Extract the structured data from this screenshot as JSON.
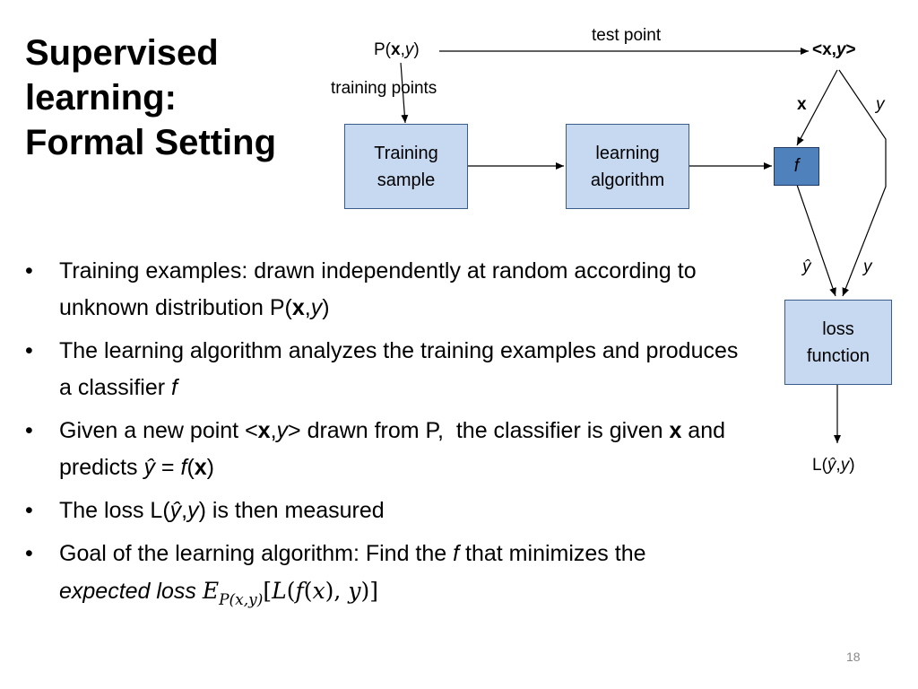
{
  "title": {
    "line1": "Supervised",
    "line2": "learning:",
    "line3": "Formal Setting"
  },
  "diagram": {
    "p_label": "P(x,y)",
    "test_point_label": "test point",
    "xy_label": "<x,y>",
    "training_points_label": "training points",
    "training_sample_line1": "Training",
    "training_sample_line2": "sample",
    "learning_algorithm_line1": "learning",
    "learning_algorithm_line2": "algorithm",
    "f_label": "f",
    "x_label": "x",
    "y_label_top": "y",
    "yhat_label": "ŷ",
    "y_label_bottom": "y",
    "loss_function_line1": "loss",
    "loss_function_line2": "function",
    "loss_output": "L(ŷ,y)"
  },
  "bullets": [
    "Training examples: drawn independently at random according to unknown distribution P(x,y)",
    "The learning algorithm analyzes the training examples and produces a classifier f",
    "Given a new point <x,y> drawn from P,  the classifier is given x and predicts ŷ = f(x)",
    "The loss L(ŷ,y) is then measured",
    "Goal of the learning algorithm: Find the f that minimizes the expected loss E_{P(x,y)}[L(f(x), y)]"
  ],
  "page_number": "18",
  "colors": {
    "box_fill": "#c6d9f1",
    "box_border": "#385d8a",
    "f_box_fill": "#4f81bd"
  }
}
